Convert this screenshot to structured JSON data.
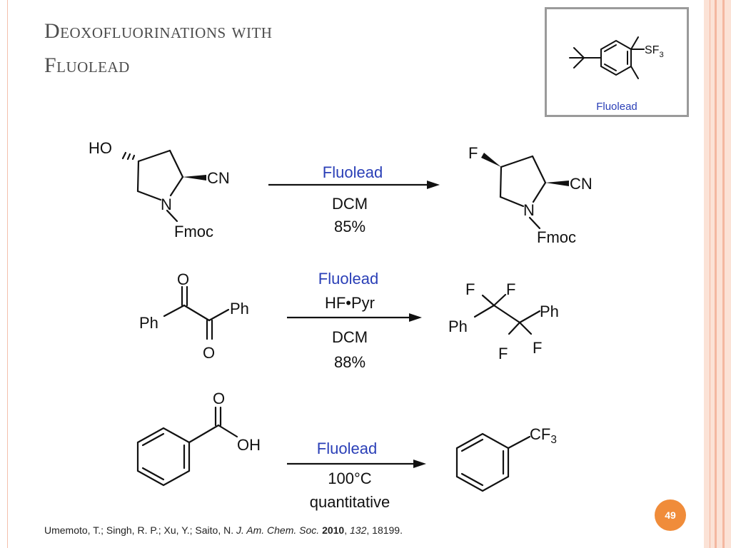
{
  "slide": {
    "title_line1": "Deoxofluorinations with",
    "title_line2": "Fluolead",
    "page_number": "49"
  },
  "reagent": {
    "group": "SF3",
    "label": "Fluolead"
  },
  "reactions": [
    {
      "reagent": "Fluolead",
      "conditions": [
        "DCM",
        "85%"
      ],
      "sm_labels": [
        "HO",
        "CN",
        "N",
        "Fmoc"
      ],
      "product_labels": [
        "F",
        "CN",
        "N",
        "Fmoc"
      ]
    },
    {
      "reagent": "Fluolead",
      "conditions_above": [
        "HF•Pyr"
      ],
      "conditions": [
        "DCM",
        "88%"
      ],
      "sm_labels": [
        "O",
        "Ph",
        "Ph",
        "O"
      ],
      "product_labels": [
        "F",
        "F",
        "Ph",
        "Ph",
        "F",
        "F"
      ]
    },
    {
      "reagent": "Fluolead",
      "conditions": [
        "100°C",
        "quantitative"
      ],
      "sm_labels": [
        "O",
        "OH"
      ],
      "product_labels": [
        "CF3"
      ]
    }
  ],
  "reference": {
    "authors": "Umemoto, T.; Singh, R. P.; Xu, Y.; Saito, N.",
    "journal": "J. Am. Chem. Soc.",
    "year": "2010",
    "volume": "132",
    "pages": "18199."
  }
}
